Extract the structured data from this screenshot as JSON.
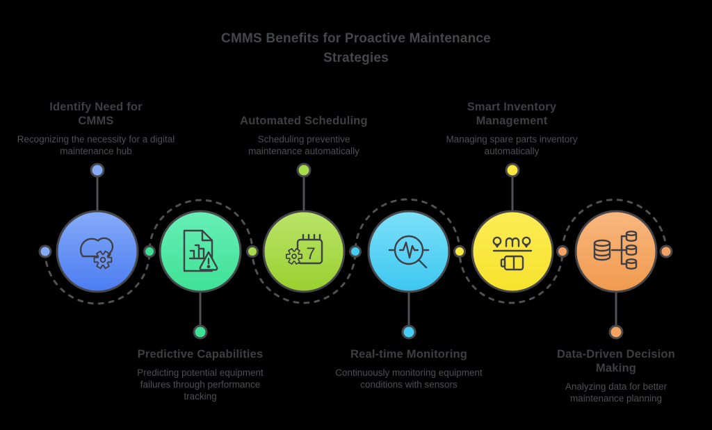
{
  "title": "CMMS Benefits for Proactive Maintenance Strategies",
  "background_color": "#000000",
  "connector_color": "#515156",
  "calendar_glyph": "7",
  "steps": [
    {
      "heading": "Identify Need for CMMS",
      "description": "Recognizing the necessity for a digital maintenance hub",
      "icon": "cloud-gear-icon",
      "label_position": "top",
      "color": "#4C7CF1",
      "color_light": "#85ABF8"
    },
    {
      "heading": "Predictive Capabilities",
      "description": "Predicting potential equipment failures through performance tracking",
      "icon": "document-warning-icon",
      "label_position": "bottom",
      "color": "#3EE194",
      "color_light": "#68EFB7"
    },
    {
      "heading": "Automated Scheduling",
      "description": "Scheduling preventive maintenance automatically",
      "icon": "calendar-gear-icon",
      "label_position": "top",
      "color": "#99D02F",
      "color_light": "#BAE46A"
    },
    {
      "heading": "Real-time Monitoring",
      "description": "Continuously monitoring equipment conditions with sensors",
      "icon": "pulse-magnifier-icon",
      "label_position": "bottom",
      "color": "#3CC7F1",
      "color_light": "#7DE0F8"
    },
    {
      "heading": "Smart Inventory Management",
      "description": "Managing spare parts inventory automatically",
      "icon": "inventory-parts-battery-icon",
      "label_position": "top",
      "color": "#F7E22B",
      "color_light": "#FBEC55"
    },
    {
      "heading": "Data-Driven Decision Making",
      "description": "Analyzing data for better maintenance planning",
      "icon": "database-branch-icon",
      "label_position": "bottom",
      "color": "#F09A4E",
      "color_light": "#F9B77F"
    }
  ]
}
